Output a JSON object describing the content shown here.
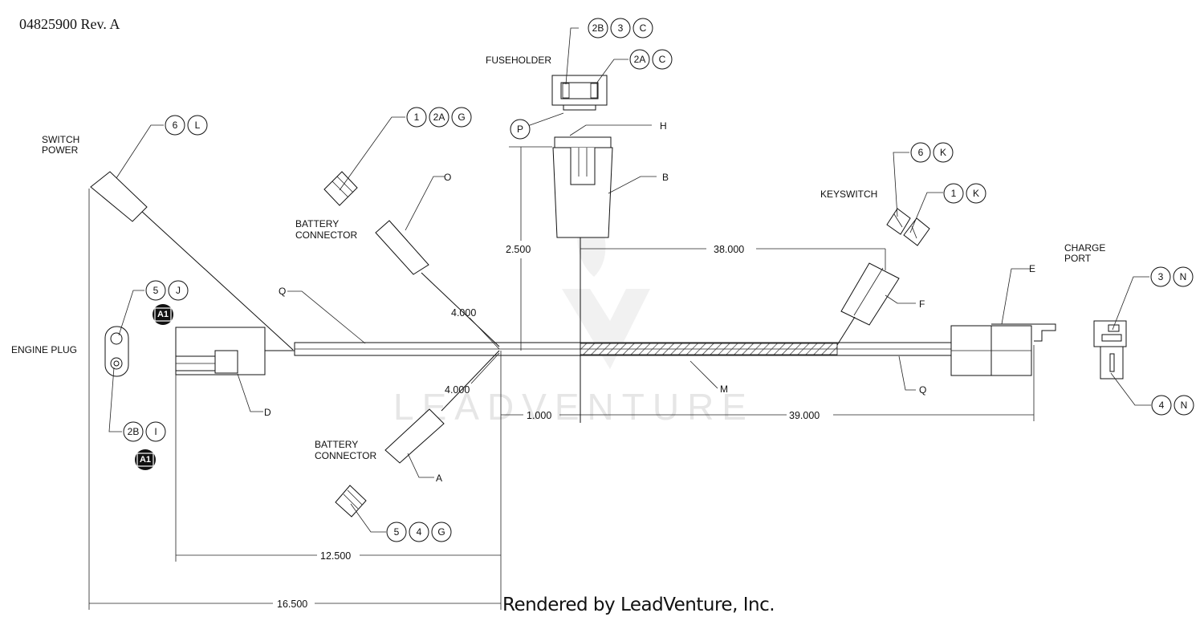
{
  "part_number": "04825900 Rev. A",
  "footer": "Rendered by LeadVenture, Inc.",
  "watermark": "LEADVENTURE",
  "labels": {
    "switch_power": [
      "SWITCH",
      "POWER"
    ],
    "fuseholder": "FUSEHOLDER",
    "battery_connector_top": [
      "BATTERY",
      "CONNECTOR"
    ],
    "battery_connector_bottom": [
      "BATTERY",
      "CONNECTOR"
    ],
    "keyswitch": "KEYSWITCH",
    "charge_port": [
      "CHARGE",
      "PORT"
    ],
    "engine_plug": "ENGINE PLUG"
  },
  "callouts": {
    "fuse_top": [
      "2B",
      "3",
      "C"
    ],
    "fuse_mid": [
      "2A",
      "C"
    ],
    "p": "P",
    "h": "H",
    "b": "B",
    "switch_power": [
      "6",
      "L"
    ],
    "top_term": [
      "1",
      "2A",
      "G"
    ],
    "o": "O",
    "key_top": [
      "6",
      "K"
    ],
    "key_mid": [
      "1",
      "K"
    ],
    "e": "E",
    "f": "F",
    "charge_top": [
      "3",
      "N"
    ],
    "charge_bot": [
      "4",
      "N"
    ],
    "engine_top": [
      "5",
      "J"
    ],
    "engine_bot": [
      "2B",
      "I"
    ],
    "badge": "A1",
    "q": "Q",
    "d": "D",
    "m": "M",
    "a": "A",
    "bottom_term": [
      "5",
      "4",
      "G"
    ]
  },
  "dimensions": {
    "d1": "2.500",
    "d2": "38.000",
    "d3": "4.000",
    "d4": "4.000",
    "d5": "1.000",
    "d6": "39.000",
    "d7": "12.500",
    "d8": "16.500"
  }
}
